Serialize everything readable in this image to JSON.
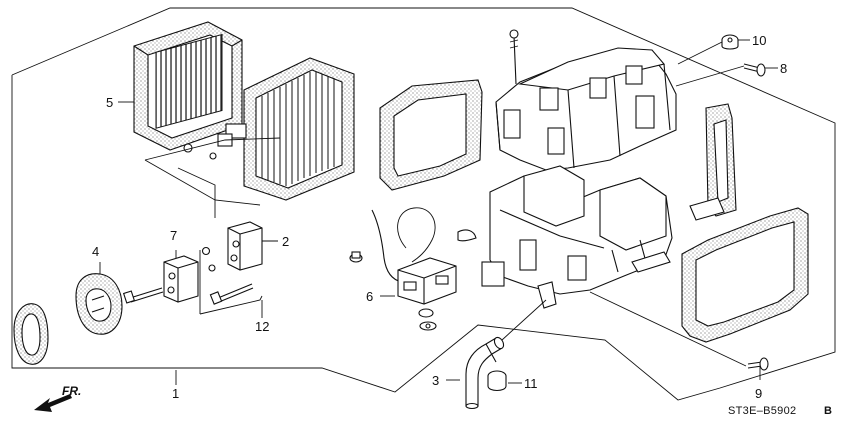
{
  "callouts": [
    {
      "id": "1",
      "text": "1"
    },
    {
      "id": "2",
      "text": "2"
    },
    {
      "id": "3",
      "text": "3"
    },
    {
      "id": "4",
      "text": "4"
    },
    {
      "id": "5",
      "text": "5"
    },
    {
      "id": "6",
      "text": "6"
    },
    {
      "id": "7",
      "text": "7"
    },
    {
      "id": "8",
      "text": "8"
    },
    {
      "id": "9",
      "text": "9"
    },
    {
      "id": "10",
      "text": "10"
    },
    {
      "id": "11",
      "text": "11"
    },
    {
      "id": "12",
      "text": "12"
    }
  ],
  "direction_label": "FR.",
  "diagram_code": "ST3E–B5902",
  "diagram_code_suffix": "B"
}
